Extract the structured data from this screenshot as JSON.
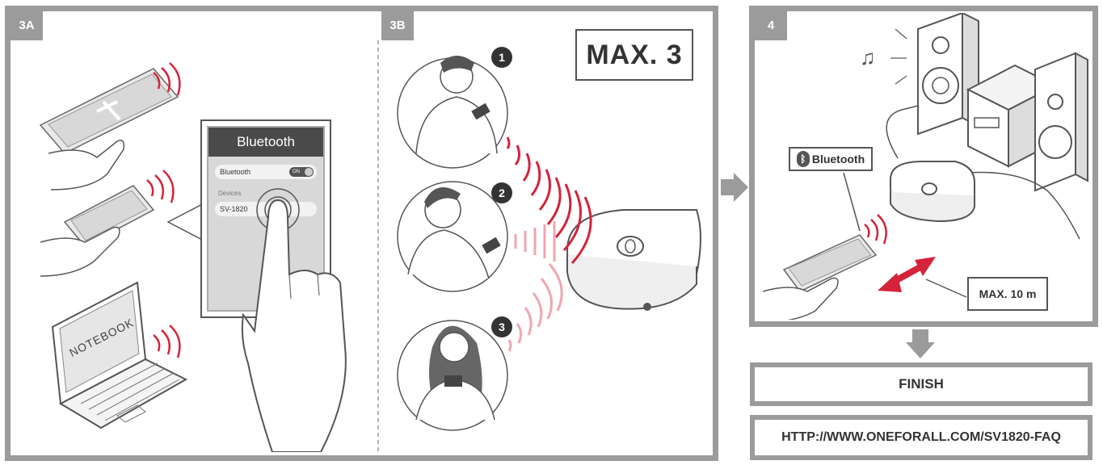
{
  "panels": {
    "a": {
      "tag": "3A"
    },
    "b": {
      "tag": "3B"
    },
    "c": {
      "tag": "4"
    }
  },
  "phone_ui": {
    "header": "Bluetooth",
    "toggle_label": "Bluetooth",
    "toggle_state": "ON",
    "devices_label": "Devices",
    "device_name": "SV-1820"
  },
  "laptop_label": "NOTEBOOK",
  "max_devices": "MAX. 3",
  "users": [
    "1",
    "2",
    "3"
  ],
  "bluetooth_logo_text": "Bluetooth",
  "max_distance": "MAX. 10 m",
  "finish": "FINISH",
  "faq_url": "HTTP://WWW.ONEFORALL.COM/SV1820-FAQ",
  "colors": {
    "frame": "#9b9b9b",
    "signal": "#d4233a",
    "signal_faint": "#f0a6b1",
    "dark": "#333333"
  }
}
